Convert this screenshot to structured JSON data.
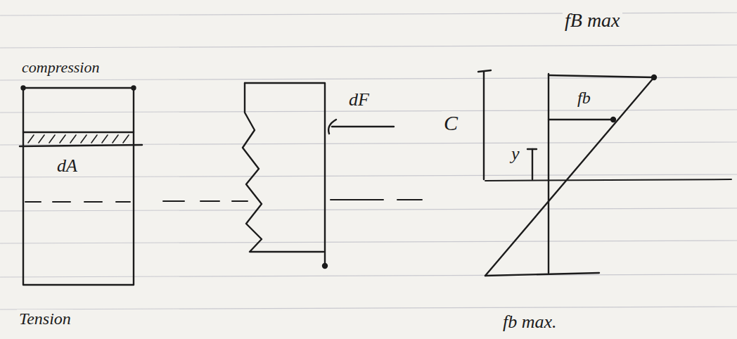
{
  "diagram": {
    "labels": [
      "compression",
      "dA",
      "Tension",
      "dF",
      "C",
      "y",
      "fB max",
      "fb",
      "fb max."
    ]
  }
}
